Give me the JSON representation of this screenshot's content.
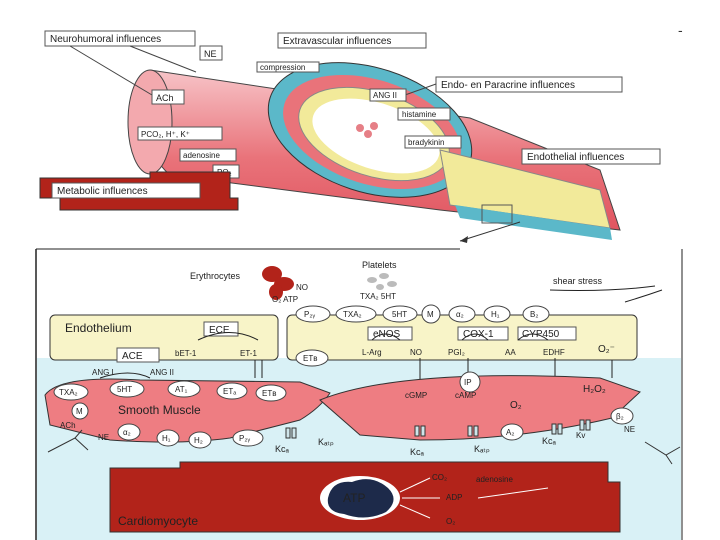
{
  "top": {
    "neurohumoral": "Neurohumoral influences",
    "extravascular": "Extravascular influences",
    "compression": "compression",
    "ne": "NE",
    "ach": "ACh",
    "endo_paracrine": "Endo- en Paracrine influences",
    "ang2": "ANG II",
    "histamine": "histamine",
    "bradykinin": "bradykinin",
    "endothelial": "Endothelial influences",
    "pco2": "PCO₂, H⁺, K⁺",
    "adenosine": "adenosine",
    "po2": "PO₂",
    "metabolic": "Metabolic influences"
  },
  "bottom": {
    "erythrocytes": "Erythrocytes",
    "no": "NO",
    "o2_atp": "O₂  ATP",
    "platelets": "Platelets",
    "txa2_5ht": "TXA₂  5HT",
    "shear": "shear stress",
    "endothelium": "Endothelium",
    "ece": "ECE",
    "bigET": "bET-1",
    "et1": "ET-1",
    "ace": "ACE",
    "ang1": "ANG I",
    "ang2": "ANG II",
    "enos": "eNOS",
    "cox1": "COX-1",
    "cyp": "CYP450",
    "larg": "L-Arg",
    "no2": "NO",
    "pgi2": "PGI₂",
    "aa": "AA",
    "edhf": "EDHF",
    "o2minus": "O₂⁻",
    "ip": "IP",
    "cgmp": "cGMP",
    "camp": "cAMP",
    "o2": "O₂",
    "h2o2": "H₂O₂",
    "smooth": "Smooth Muscle",
    "kca1": "Kᴄₐ",
    "katp1": "Kₐₜₚ",
    "kca2": "Kᴄₐ",
    "katp2": "Kₐₜₚ",
    "kca3": "Kᴄₐ",
    "kv": "Kv",
    "ach": "ACh",
    "ne": "NE",
    "ne2": "NE",
    "cardio": "Cardiomyocyte",
    "atp": "ATP",
    "co2": "CO₂",
    "adp": "ADP",
    "o2b": "O₂",
    "adenosine": "adenosine",
    "receptors_top": [
      "P₂ᵧ",
      "TXA₂",
      "5HT",
      "M",
      "α₂",
      "H₁",
      "B₂"
    ],
    "etb_top": "ETʙ",
    "receptors_sm": [
      "TXA₂",
      "5HT",
      "AT₁",
      "ETₐ",
      "ETʙ"
    ],
    "m_sm": "M",
    "receptors_sm_low": [
      "α₂",
      "H₁",
      "H₂",
      "P₂ᵧ"
    ],
    "a2": "A₂",
    "b2": "β₂"
  },
  "colors": {
    "vessel_red": "#e9737a",
    "vessel_pale": "#f7c9cc",
    "inner_yellow": "#f2ea9a",
    "dark_red": "#b2231a",
    "endo_fill": "#f8f4c8",
    "plasma": "#d9f1f6",
    "muscle": "#ee7d82"
  }
}
